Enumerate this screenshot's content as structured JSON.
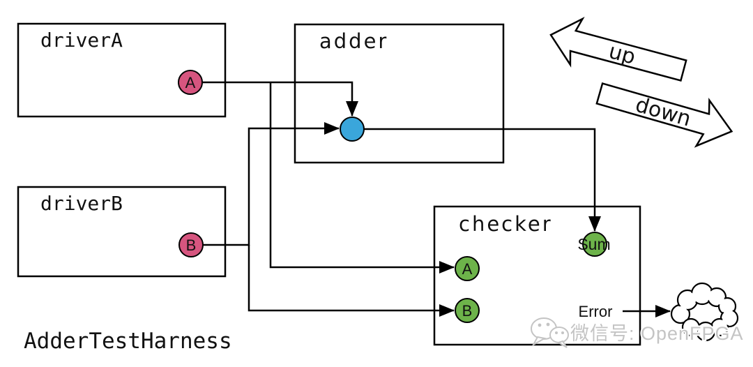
{
  "title": {
    "label": "AdderTestHarness"
  },
  "modules": {
    "driverA": {
      "label": "driverA",
      "port_a": "A"
    },
    "driverB": {
      "label": "driverB",
      "port_b": "B"
    },
    "adder": {
      "label": "adder"
    },
    "checker": {
      "label": "checker",
      "port_a": "A",
      "port_b": "B",
      "port_sum": "Sum",
      "port_error": "Error"
    }
  },
  "flow_arrows": {
    "up": "up",
    "down": "down"
  },
  "watermark": {
    "text": "微信号: OpenFPGA"
  },
  "icons": {
    "error_sink": "cloud-icon",
    "watermark_logo": "wechat-icon",
    "up_arrow": "block-arrow-left-icon",
    "down_arrow": "block-arrow-right-icon"
  },
  "colors": {
    "driver_port": "#d6557f",
    "adder_node": "#3aa6db",
    "checker_port": "#6db34a",
    "line": "#000000",
    "watermark": "#c4c4c4"
  }
}
